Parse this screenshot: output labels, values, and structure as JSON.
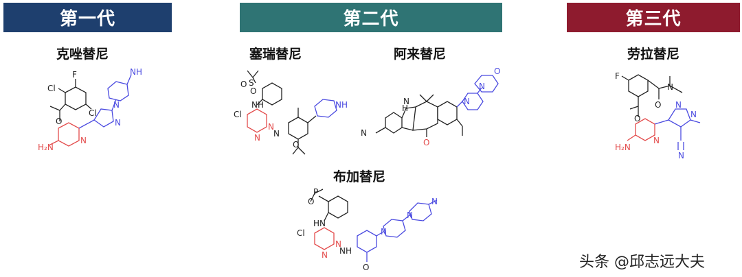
{
  "generations": [
    {
      "label": "第一代",
      "color": "#1e3f6e"
    },
    {
      "label": "第二代",
      "color": "#2f7474"
    },
    {
      "label": "第三代",
      "color": "#8e1b2e"
    }
  ],
  "drugs": {
    "crizotinib": "克唑替尼",
    "ceritinib": "塞瑞替尼",
    "alectinib": "阿来替尼",
    "brigatinib": "布加替尼",
    "lorlatinib": "劳拉替尼"
  },
  "atoms": {
    "F": "F",
    "Cl": "Cl",
    "NH": "NH",
    "N": "N",
    "O": "O",
    "S": "S",
    "H": "H",
    "P": "P",
    "NH2": "H₂N",
    "H2N": "H₂N",
    "HN": "HN"
  },
  "colors": {
    "scaffold": "#e34b4b",
    "tail": "#4a4ae0",
    "core": "#222222"
  },
  "watermark": "头条 @邱志远大夫"
}
